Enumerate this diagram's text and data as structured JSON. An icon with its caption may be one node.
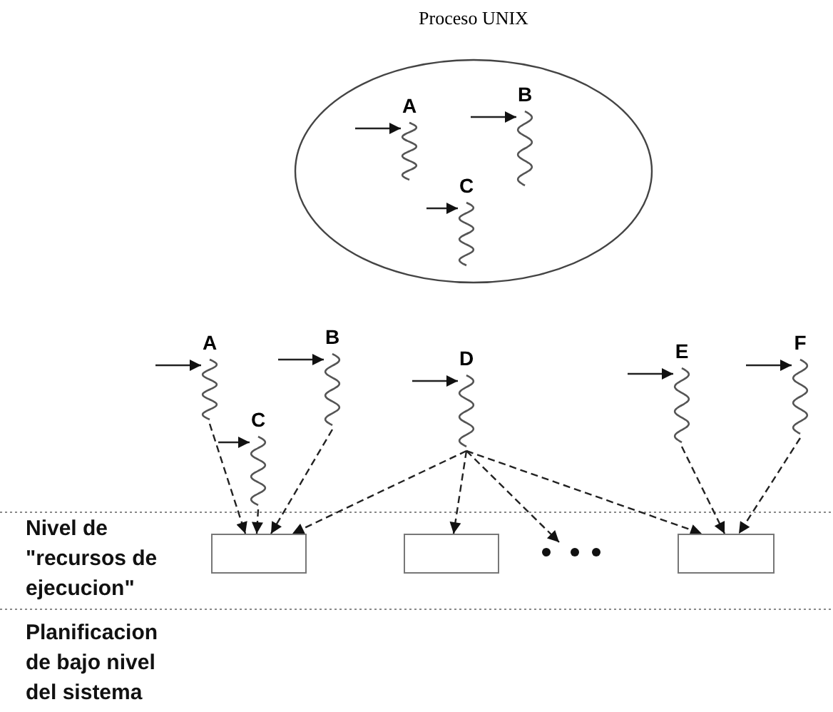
{
  "diagram": {
    "nodes": [
      {
        "text": [
          "Proceso UNIX"
        ]
      },
      {
        "text": [
          "A"
        ],
        "in": 0
      },
      {
        "text": [
          "B"
        ],
        "in": 0
      },
      {
        "text": [
          "C"
        ],
        "in": 0
      },
      {
        "text": [
          "A"
        ]
      },
      {
        "text": [
          "B"
        ]
      },
      {
        "text": [
          "C"
        ]
      },
      {
        "text": [
          "D"
        ]
      },
      {
        "text": [
          "E"
        ]
      },
      {
        "text": [
          "F"
        ]
      },
      {
        "text": [],
        "shape": "box"
      },
      {
        "text": [],
        "shape": "box"
      },
      {
        "text": [],
        "shape": "box"
      },
      {
        "text": [],
        "shape": "dots"
      }
    ],
    "edges": [
      {
        "from": null,
        "to": 1,
        "arrow": "to"
      },
      {
        "from": null,
        "to": 2,
        "arrow": "to"
      },
      {
        "from": null,
        "to": 3,
        "arrow": "to"
      },
      {
        "from": null,
        "to": 4,
        "arrow": "to"
      },
      {
        "from": null,
        "to": 5,
        "arrow": "to"
      },
      {
        "from": null,
        "to": 6,
        "arrow": "to"
      },
      {
        "from": null,
        "to": 7,
        "arrow": "to"
      },
      {
        "from": null,
        "to": 8,
        "arrow": "to"
      },
      {
        "from": null,
        "to": 9,
        "arrow": "to"
      },
      {
        "from": 4,
        "to": 10,
        "arrow": "to",
        "style": "dashed"
      },
      {
        "from": 6,
        "to": 10,
        "arrow": "to",
        "style": "dashed"
      },
      {
        "from": 5,
        "to": 10,
        "arrow": "to",
        "style": "dashed"
      },
      {
        "from": 7,
        "to": 10,
        "arrow": "to",
        "style": "dashed"
      },
      {
        "from": 7,
        "to": 11,
        "arrow": "to",
        "style": "dashed"
      },
      {
        "from": 7,
        "to": 13,
        "arrow": "to",
        "style": "dashed"
      },
      {
        "from": 7,
        "to": 12,
        "arrow": "to",
        "style": "dashed"
      },
      {
        "from": 8,
        "to": 12,
        "arrow": "to",
        "style": "dashed"
      },
      {
        "from": 9,
        "to": 12,
        "arrow": "to",
        "style": "dashed"
      }
    ],
    "labels": [
      "Nivel de \"recursos de ejecucion\"",
      "Planificacion de bajo nivel del sistema"
    ]
  }
}
